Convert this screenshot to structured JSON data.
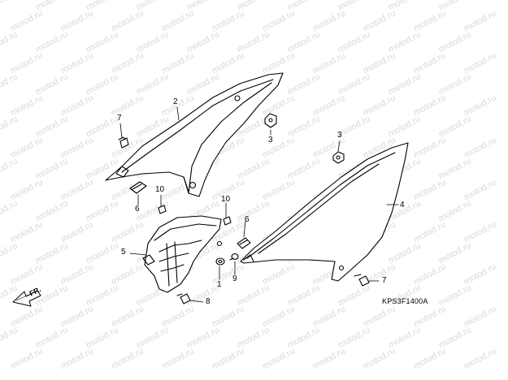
{
  "watermark": "motod.ru",
  "diagram_code": "KPS3F1400A",
  "direction_label": "FR.",
  "callouts": {
    "c2": "2",
    "c7a": "7",
    "c3a": "3",
    "c6a": "6",
    "c10a": "10",
    "c10b": "10",
    "c6b": "6",
    "c5": "5",
    "c1": "1",
    "c9": "9",
    "c8": "8",
    "c3b": "3",
    "c4": "4",
    "c7b": "7"
  }
}
